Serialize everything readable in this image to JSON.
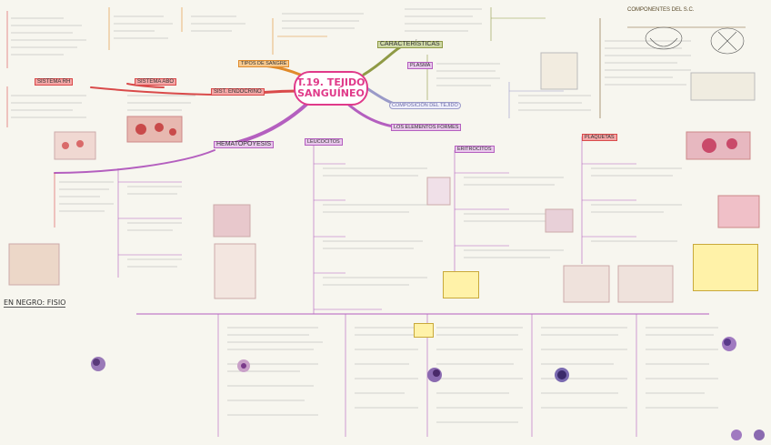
{
  "title": {
    "line1": "T.19. TEJIDO",
    "line2": "SANGUÍNEO"
  },
  "branches": {
    "caracteristicas": "CARACTERÍSTICAS",
    "composicion": "COMPOSICIÓN DEL TEJIDO",
    "elementos_formes": "LOS ELEMENTOS FORMES",
    "tipos_de_sangre": "TIPOS DE SANGRE",
    "hematopoyesis": "HEMATOPOYESIS",
    "sist_endocrino": "SIST. ENDOCRINO",
    "sistema_abo": "SISTEMA ABO",
    "sistema_rh": "SISTEMA RH",
    "plasma": "PLASMA",
    "plaquetas": "PLAQUETAS",
    "eritrocitos": "ERITROCITOS",
    "leucocitos": "LEUCOCITOS",
    "componentes": "COMPONENTES DEL S.C."
  },
  "legend": {
    "en_negro": "EN NEGRO: FISIO"
  },
  "colors": {
    "pink": "#e03a8a",
    "purple": "#b45fbf",
    "orange": "#e08a2a",
    "red": "#d94a4a",
    "olive": "#8f9a45",
    "brown": "#7a5a2a"
  }
}
